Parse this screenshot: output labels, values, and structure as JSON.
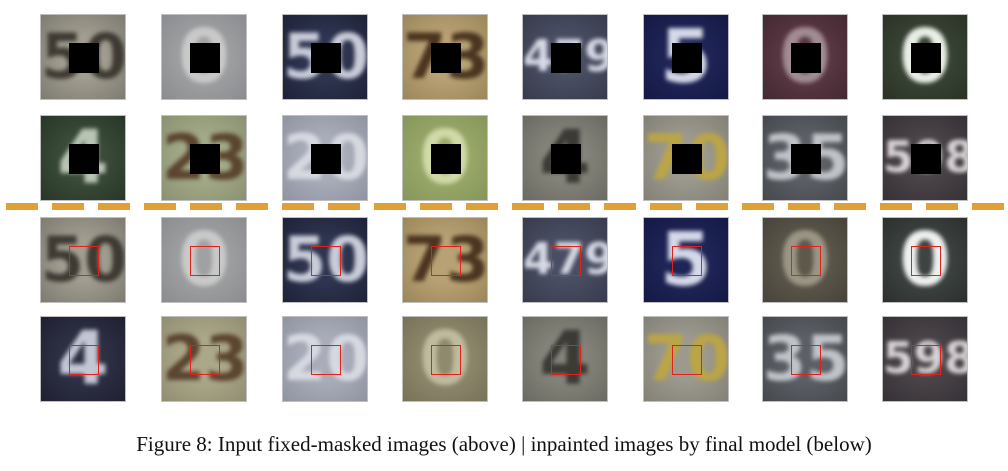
{
  "figure": {
    "caption": "Figure 8: Input fixed-masked images (above) | inpainted images by final model (below)",
    "separator_color": "#e1a036",
    "mask_color": "#000000",
    "highlight_box_color": "#e0221c",
    "rows": [
      {
        "role": "input-masked",
        "tiles": [
          {
            "bg": "#a19d90",
            "edge": "#7d7a70",
            "glyph": "50",
            "fg": "#3e3a33"
          },
          {
            "bg": "#9fa1a3",
            "edge": "#8a8c8f",
            "glyph": "0",
            "fg": "#c9c9c9"
          },
          {
            "bg": "#2f3550",
            "edge": "#1e2238",
            "glyph": "50",
            "fg": "#c9ccd9"
          },
          {
            "bg": "#b8a275",
            "edge": "#9b865a",
            "glyph": "73",
            "fg": "#4b3520"
          },
          {
            "bg": "#4a4e63",
            "edge": "#383b4d",
            "glyph": "479",
            "fg": "#d7dae5"
          },
          {
            "bg": "#1f2556",
            "edge": "#141944",
            "glyph": "5",
            "fg": "#d5d8e8"
          },
          {
            "bg": "#5b3943",
            "edge": "#432832",
            "glyph": "0",
            "fg": "#a08c92"
          },
          {
            "bg": "#3a4536",
            "edge": "#2a3226",
            "glyph": "0",
            "fg": "#e9eee6"
          }
        ]
      },
      {
        "role": "input-masked",
        "tiles": [
          {
            "bg": "#3b4c3a",
            "edge": "#283627",
            "glyph": "4",
            "fg": "#b9c4b4"
          },
          {
            "bg": "#a2aa88",
            "edge": "#8a9170",
            "glyph": "23",
            "fg": "#5b4530"
          },
          {
            "bg": "#a9acb9",
            "edge": "#9094a1",
            "glyph": "20",
            "fg": "#d7d9e1"
          },
          {
            "bg": "#9aaa6a",
            "edge": "#86955a",
            "glyph": "0",
            "fg": "#d0d9a8"
          },
          {
            "bg": "#85847b",
            "edge": "#6b6a62",
            "glyph": "4",
            "fg": "#3b3a35"
          },
          {
            "bg": "#9c9a8e",
            "edge": "#838176",
            "glyph": "70",
            "fg": "#bca544"
          },
          {
            "bg": "#5c6066",
            "edge": "#45494e",
            "glyph": "35",
            "fg": "#c0c3c8"
          },
          {
            "bg": "#4a4449",
            "edge": "#363136",
            "glyph": "598",
            "fg": "#d9d4d6"
          }
        ]
      },
      {
        "role": "inpainted",
        "tiles": [
          {
            "bg": "#a19d90",
            "edge": "#7d7a70",
            "glyph": "50",
            "fg": "#3e3a33"
          },
          {
            "bg": "#9fa1a3",
            "edge": "#8a8c8f",
            "glyph": "0",
            "fg": "#c9c9c9"
          },
          {
            "bg": "#2f3550",
            "edge": "#1e2238",
            "glyph": "50",
            "fg": "#c9ccd9"
          },
          {
            "bg": "#b8a275",
            "edge": "#9b865a",
            "glyph": "73",
            "fg": "#4b3520"
          },
          {
            "bg": "#4a4e63",
            "edge": "#383b4d",
            "glyph": "479",
            "fg": "#d7dae5"
          },
          {
            "bg": "#1f2556",
            "edge": "#141944",
            "glyph": "5",
            "fg": "#d5d8e8"
          },
          {
            "bg": "#5d584b",
            "edge": "#47433a",
            "glyph": "0",
            "fg": "#9b9585"
          },
          {
            "bg": "#3e4442",
            "edge": "#2b302e",
            "glyph": "0",
            "fg": "#eef0ee"
          }
        ]
      },
      {
        "role": "inpainted",
        "tiles": [
          {
            "bg": "#2e3044",
            "edge": "#1f2032",
            "glyph": "4",
            "fg": "#c3c6d4"
          },
          {
            "bg": "#aba789",
            "edge": "#918d70",
            "glyph": "23",
            "fg": "#5b4530"
          },
          {
            "bg": "#a9acb9",
            "edge": "#9094a1",
            "glyph": "20",
            "fg": "#d7d9e1"
          },
          {
            "bg": "#8f8a6e",
            "edge": "#777258",
            "glyph": "0",
            "fg": "#c0bb9e"
          },
          {
            "bg": "#85847b",
            "edge": "#6b6a62",
            "glyph": "4",
            "fg": "#3b3a35"
          },
          {
            "bg": "#9c9a8e",
            "edge": "#838176",
            "glyph": "70",
            "fg": "#bca544"
          },
          {
            "bg": "#5c6066",
            "edge": "#45494e",
            "glyph": "35",
            "fg": "#c0c3c8"
          },
          {
            "bg": "#4a4449",
            "edge": "#363136",
            "glyph": "598",
            "fg": "#d9d4d6"
          }
        ]
      }
    ]
  }
}
